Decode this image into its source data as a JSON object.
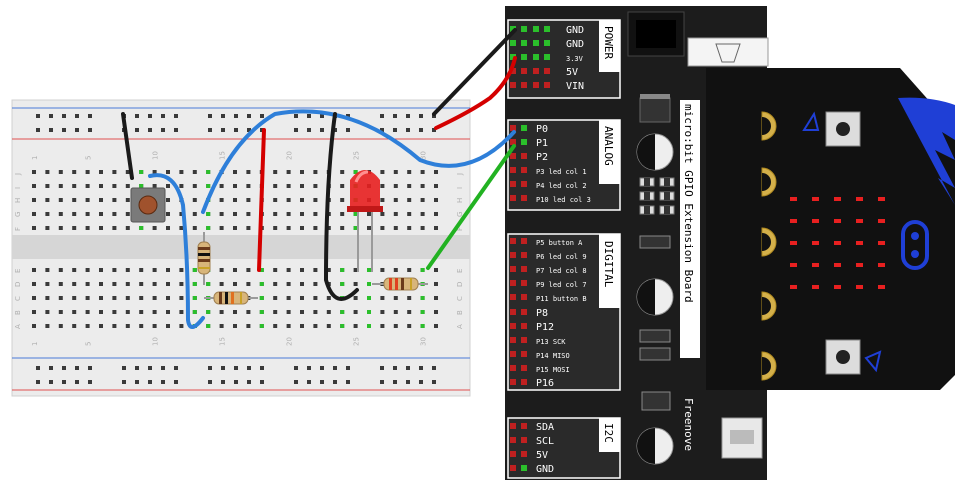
{
  "breadboard": {
    "column_numbers": [
      "1",
      "5",
      "10",
      "15",
      "20",
      "25",
      "30"
    ],
    "row_letters_top": [
      "J",
      "I",
      "H",
      "G",
      "F"
    ],
    "row_letters_bottom": [
      "E",
      "D",
      "C",
      "B",
      "A"
    ]
  },
  "extension_board": {
    "power": {
      "title": "POWER",
      "pins": [
        "GND",
        "GND",
        "3.3V",
        "5V",
        "VIN"
      ]
    },
    "analog": {
      "title": "ANALOG",
      "pins": [
        "P0",
        "P1",
        "P2",
        "P3 led col 1",
        "P4 led col 2",
        "P10 led col 3"
      ]
    },
    "digital": {
      "title": "DIGITAL",
      "pins": [
        "P5 button A",
        "P6 led col 9",
        "P7 led col 8",
        "P9 led col 7",
        "P11 button B",
        "P8",
        "P12",
        "P13 SCK",
        "P14 MISO",
        "P15 MOSI",
        "P16"
      ]
    },
    "i2c": {
      "title": "I2C",
      "pins": [
        "SDA",
        "SCL",
        "5V",
        "GND"
      ]
    },
    "board_name": "micro:bit GPIO Extension Board",
    "brand": "Freenove"
  },
  "colors": {
    "wire_black": "#1a1a1a",
    "wire_red": "#d40000",
    "wire_blue": "#2e7fd9",
    "wire_green": "#22b222",
    "microbit_body": "#111111",
    "microbit_accent": "#1f3fd6",
    "led_red": "#e82020"
  }
}
